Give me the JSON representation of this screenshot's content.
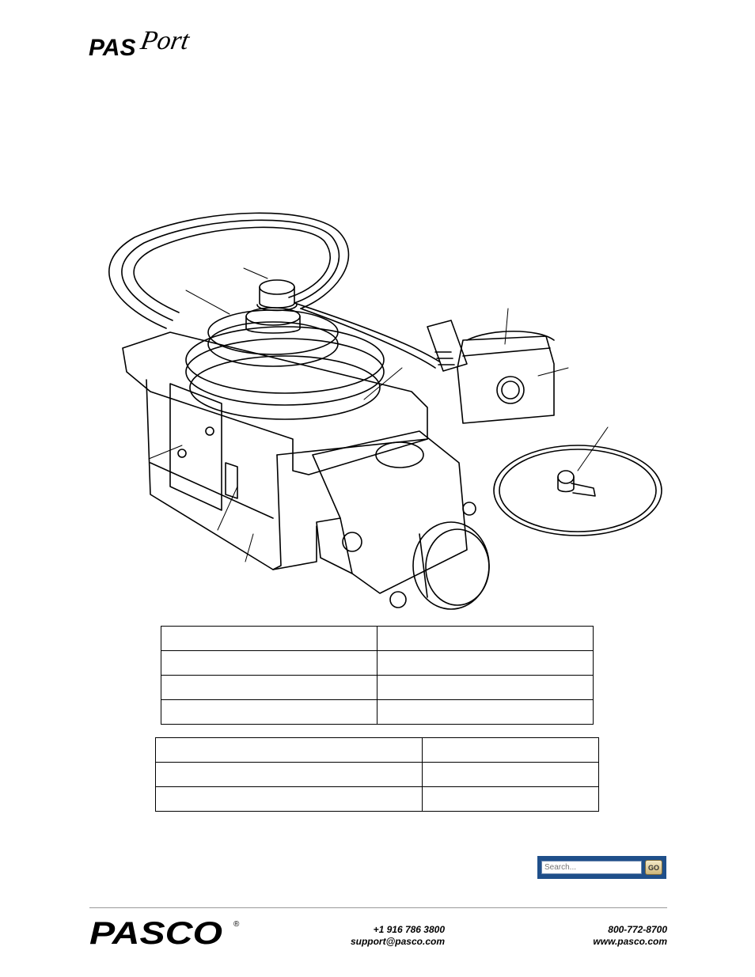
{
  "header": {
    "logo_text_bold": "PAS",
    "logo_text_script": "Port"
  },
  "table1": {
    "rows": [
      [
        "",
        ""
      ],
      [
        "",
        ""
      ],
      [
        "",
        ""
      ],
      [
        "",
        ""
      ]
    ]
  },
  "table2": {
    "rows": [
      [
        "",
        ""
      ],
      [
        "",
        ""
      ],
      [
        "",
        ""
      ]
    ]
  },
  "search": {
    "placeholder": "Search...",
    "button_label": "GO"
  },
  "footer": {
    "brand": "PASCO",
    "registered_mark": "®",
    "phone_intl": "+1 916 786 3800",
    "email": "support@pasco.com",
    "phone_tollfree": "800-772-8700",
    "website": "www.pasco.com"
  },
  "colors": {
    "search_bar_bg": "#1f4f8a",
    "footer_rule": "#9a9a9a"
  }
}
